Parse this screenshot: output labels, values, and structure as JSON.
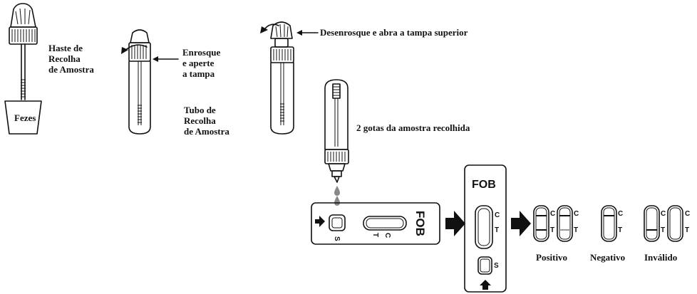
{
  "labels": {
    "haste": [
      "Haste de",
      "Recolha",
      "de Amostra"
    ],
    "fezes": "Fezes",
    "enrosque": [
      "Enrosque",
      "e aperte",
      "a tampa"
    ],
    "tubo": [
      "Tubo de",
      "Recolha",
      "de Amostra"
    ],
    "desenrosque": "Desenrosque e abra a tampa superior",
    "gotas": "2 gotas da amostra recolhida",
    "positivo": "Positivo",
    "negativo": "Negativo",
    "invalido": "Inválido"
  },
  "cassette": {
    "brand": "FOB",
    "c": "C",
    "t": "T",
    "s": "S"
  }
}
